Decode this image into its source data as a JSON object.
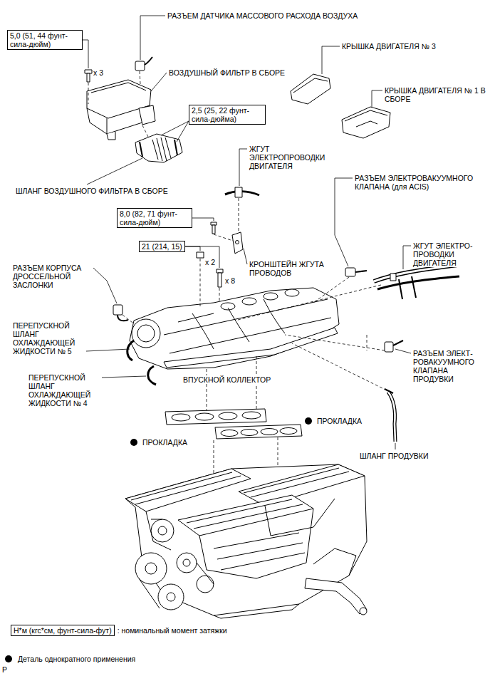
{
  "diagram": {
    "nodes": [
      {
        "text": [
          "5,0 (51, 44 фунт- сила-дюйм)"
        ]
      },
      {
        "text": [
          "2,5 (25, 22 фунт- сила-дюйма)"
        ]
      },
      {
        "text": [
          "8,0 (82, 71 фунт- сила-дюйм)"
        ]
      },
      {
        "text": [
          "21 (214, 15)"
        ]
      },
      {
        "text": [
          "Н*м (кгс*см, фунт-сила-фут)"
        ]
      }
    ],
    "labels": [
      "РАЗЪЕМ ДАТЧИКА МАССОВОГО РАСХОДА ВОЗДУХА",
      "x 3",
      "ВОЗДУШНЫЙ ФИЛЬТР В СБОРЕ",
      "КРЫШКА ДВИГАТЕЛЯ № 3",
      "КРЫШКА ДВИГАТЕЛЯ № 1 В СБОРЕ",
      "ШЛАНГ ВОЗДУШНОГО ФИЛЬТРА В СБОРЕ",
      "ЖГУТ ЭЛЕКТРОПРОВОДКИ ДВИГАТЕЛЯ",
      "РАЗЪЕМ ЭЛЕКТРОВАКУУМНОГО КЛАПАНА (для ACIS)",
      "КРОНШТЕЙН ЖГУТА ПРОВОДОВ",
      "x 2",
      "x 8",
      "ЖГУТ ЭЛЕКТРО- ПРОВОДКИ ДВИГАТЕЛЯ",
      "РАЗЪЕМ КОРПУСА ДРОССЕЛЬНОЙ ЗАСЛОНКИ",
      "ПЕРЕПУСКНОЙ ШЛАНГ ОХЛАЖДАЮЩЕЙ ЖИДКОСТИ № 5",
      "ПЕРЕПУСКНОЙ ШЛАНГ ОХЛАЖДАЮЩЕЙ ЖИДКОСТИ № 4",
      "ВПУСКНОЙ КОЛЛЕКТОР",
      "РАЗЪЕМ ЭЛЕКТ- РОВАКУУМНОГО КЛАПАНА ПРОДУВКИ",
      "ПРОКЛАДКА",
      "ПРОКЛАДКА",
      "ШЛАНГ ПРОДУВКИ",
      "P"
    ],
    "legend": [
      {
        "text": ": номинальный момент затяжки"
      },
      {
        "text": "Деталь однократного применения"
      }
    ]
  }
}
